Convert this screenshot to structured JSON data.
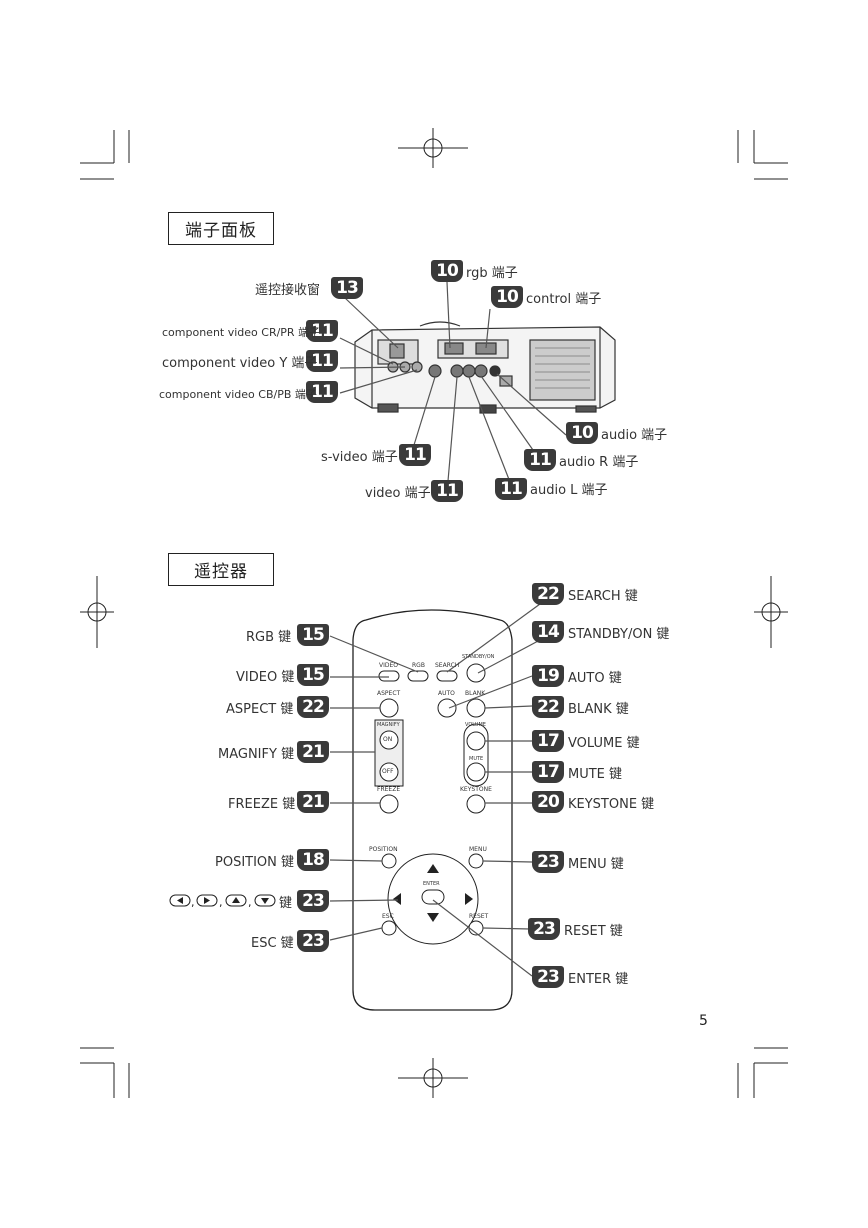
{
  "sections": {
    "panel_title": "端子面板",
    "remote_title": "遥控器"
  },
  "page_number": "5",
  "panel": {
    "callouts": [
      {
        "id": "rgb",
        "badge": "10",
        "label": "rgb 端子"
      },
      {
        "id": "control",
        "badge": "10",
        "label": "control 端子"
      },
      {
        "id": "remote-sensor",
        "badge": "13",
        "label": "遥控接收窗"
      },
      {
        "id": "cr-pr",
        "badge": "11",
        "label": "component video CR/PR 端子"
      },
      {
        "id": "y",
        "badge": "11",
        "label": "component video Y 端子"
      },
      {
        "id": "cb-pb",
        "badge": "11",
        "label": "component video CB/PB 端子"
      },
      {
        "id": "audio",
        "badge": "10",
        "label": "audio 端子"
      },
      {
        "id": "svideo",
        "badge": "11",
        "label": "s-video 端子"
      },
      {
        "id": "audio-r",
        "badge": "11",
        "label": "audio R 端子"
      },
      {
        "id": "video",
        "badge": "11",
        "label": "video 端子"
      },
      {
        "id": "audio-l",
        "badge": "11",
        "label": "audio L 端子"
      }
    ]
  },
  "remote": {
    "callouts": [
      {
        "id": "search",
        "badge": "22",
        "label": "SEARCH 键"
      },
      {
        "id": "standby",
        "badge": "14",
        "label": "STANDBY/ON 键"
      },
      {
        "id": "rgb",
        "badge": "15",
        "label": "RGB 键"
      },
      {
        "id": "video",
        "badge": "15",
        "label": "VIDEO 键"
      },
      {
        "id": "auto",
        "badge": "19",
        "label": "AUTO 键"
      },
      {
        "id": "aspect",
        "badge": "22",
        "label": "ASPECT 键"
      },
      {
        "id": "blank",
        "badge": "22",
        "label": "BLANK 键"
      },
      {
        "id": "magnify",
        "badge": "21",
        "label": "MAGNIFY 键"
      },
      {
        "id": "volume",
        "badge": "17",
        "label": "VOLUME 键"
      },
      {
        "id": "mute",
        "badge": "17",
        "label": "MUTE 键"
      },
      {
        "id": "freeze",
        "badge": "21",
        "label": "FREEZE 键"
      },
      {
        "id": "keystone",
        "badge": "20",
        "label": "KEYSTONE 键"
      },
      {
        "id": "position",
        "badge": "18",
        "label": "POSITION 键"
      },
      {
        "id": "menu",
        "badge": "23",
        "label": "MENU 键"
      },
      {
        "id": "arrows",
        "badge": "23",
        "label": "键"
      },
      {
        "id": "reset",
        "badge": "23",
        "label": "RESET 键"
      },
      {
        "id": "esc",
        "badge": "23",
        "label": "ESC 键"
      },
      {
        "id": "enter",
        "badge": "23",
        "label": "ENTER 键"
      }
    ],
    "button_labels": {
      "video": "VIDEO",
      "rgb": "RGB",
      "search": "SEARCH",
      "standby": "STANDBY/ON",
      "aspect": "ASPECT",
      "auto": "AUTO",
      "blank": "BLANK",
      "magnify": "MAGNIFY",
      "on": "ON",
      "off": "OFF",
      "volume": "VOLUME",
      "mute": "MUTE",
      "freeze": "FREEZE",
      "keystone": "KEYSTONE",
      "position": "POSITION",
      "menu": "MENU",
      "enter": "ENTER",
      "esc": "ESC",
      "reset": "RESET"
    }
  }
}
